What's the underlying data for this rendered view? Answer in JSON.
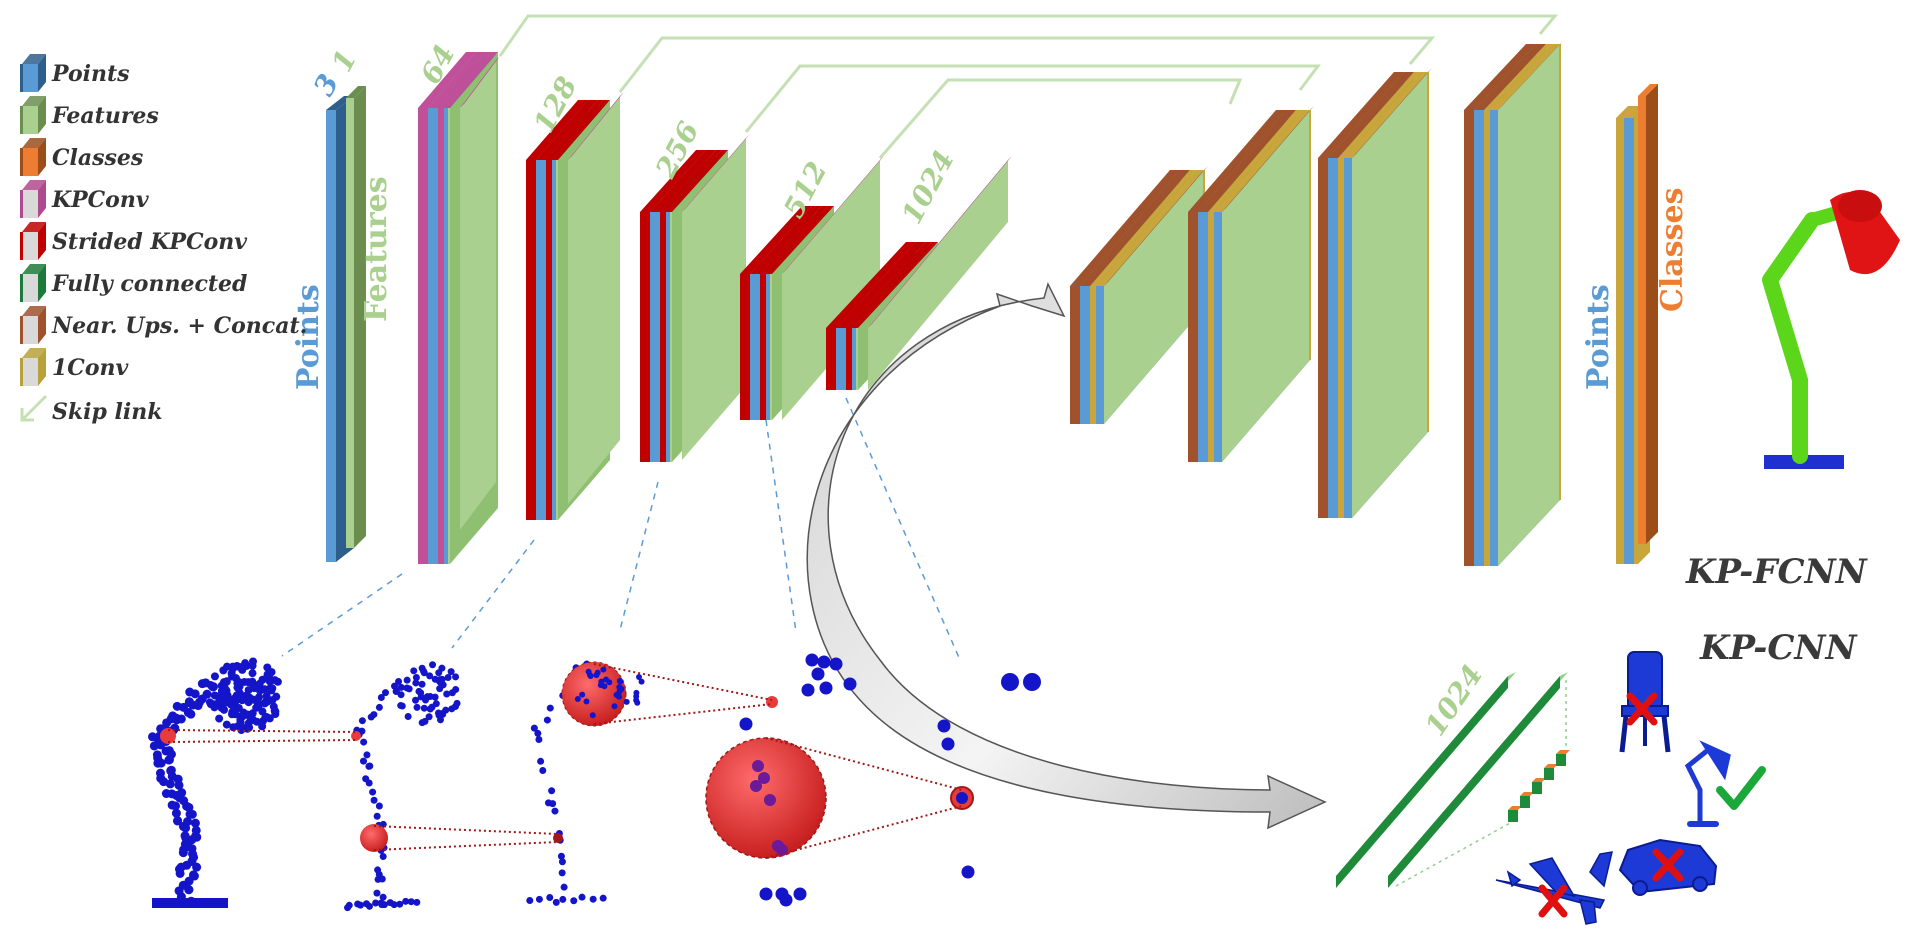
{
  "legend": {
    "items": [
      {
        "label": "Points",
        "front": "#5b9bd5",
        "side": "#2e5f8c"
      },
      {
        "label": "Features",
        "front": "#a9d08e",
        "side": "#6b8e4e"
      },
      {
        "label": "Classes",
        "front": "#ed7d31",
        "side": "#9c4e18"
      },
      {
        "label": "KPConv",
        "front": "#d9d9d9",
        "side": "#b04a8e"
      },
      {
        "label": "Strided KPConv",
        "front": "#d9d9d9",
        "side": "#c00000"
      },
      {
        "label": "Fully connected",
        "front": "#d9d9d9",
        "side": "#1e7a3a"
      },
      {
        "label": "Near. Ups. + Concat.",
        "front": "#d9d9d9",
        "side": "#a0522d"
      },
      {
        "label": "1Conv",
        "front": "#d9d9d9",
        "side": "#b8a13a"
      },
      {
        "label": "Skip link",
        "front": "#c5e0b4",
        "side": "#c5e0b4"
      }
    ]
  },
  "encoder": {
    "input_dims": [
      "3",
      "1"
    ],
    "input_labels": [
      "Points",
      "Features"
    ],
    "dims": [
      "64",
      "128",
      "256",
      "512",
      "1024"
    ]
  },
  "decoder": {
    "output_labels": [
      "Points",
      "Classes"
    ]
  },
  "networks": {
    "segmentation": "KP-FCNN",
    "classification": "KP-CNN"
  },
  "classification": {
    "fc_dim": "1024"
  },
  "colors": {
    "points": "#5b9bd5",
    "features": "#a9d08e",
    "classes": "#ed7d31",
    "kpconv": "#c0509a",
    "strided": "#c00000",
    "fc": "#1e8a3a",
    "upsample": "#a0522d",
    "conv1": "#c9a63b",
    "skip": "#c5e0b4",
    "cloud": "#1414c8",
    "kernel": "#e83c3c",
    "ink": "#3a3a3a"
  }
}
